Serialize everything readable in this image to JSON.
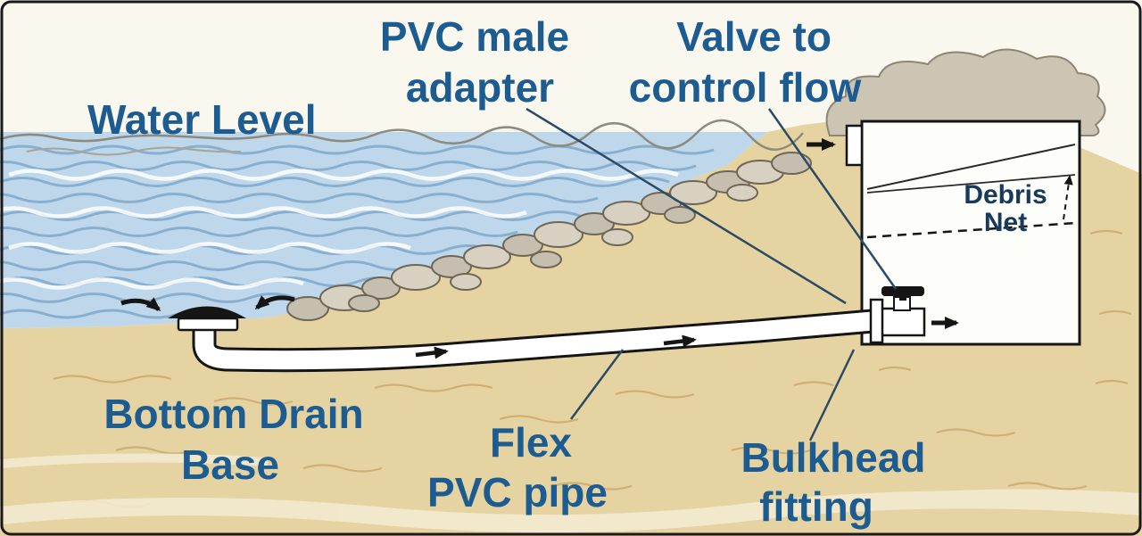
{
  "labels": {
    "water_level": "Water Level",
    "pvc_adapter_line1": "PVC male",
    "pvc_adapter_line2": "adapter",
    "valve_line1": "Valve to",
    "valve_line2": "control flow",
    "debris_net_line1": "Debris",
    "debris_net_line2": "Net",
    "bottom_drain_line1": "Bottom Drain",
    "bottom_drain_line2": "Base",
    "flex_pipe_line1": "Flex",
    "flex_pipe_line2": "PVC pipe",
    "bulkhead_line1": "Bulkhead",
    "bulkhead_line2": "fitting"
  },
  "colors": {
    "label_blue": "#1d5c91",
    "debris_blue": "#17395a",
    "water_fill": "#bed7ea",
    "water_stroke": "#7fa9cc",
    "sand_fill": "#e6d3a2",
    "sand_stroke": "#c9a469",
    "rock_fill": "#c6beae",
    "cloud_fill": "#ccc5b3",
    "pipe_white": "#ffffff",
    "outline_black": "#151515"
  }
}
